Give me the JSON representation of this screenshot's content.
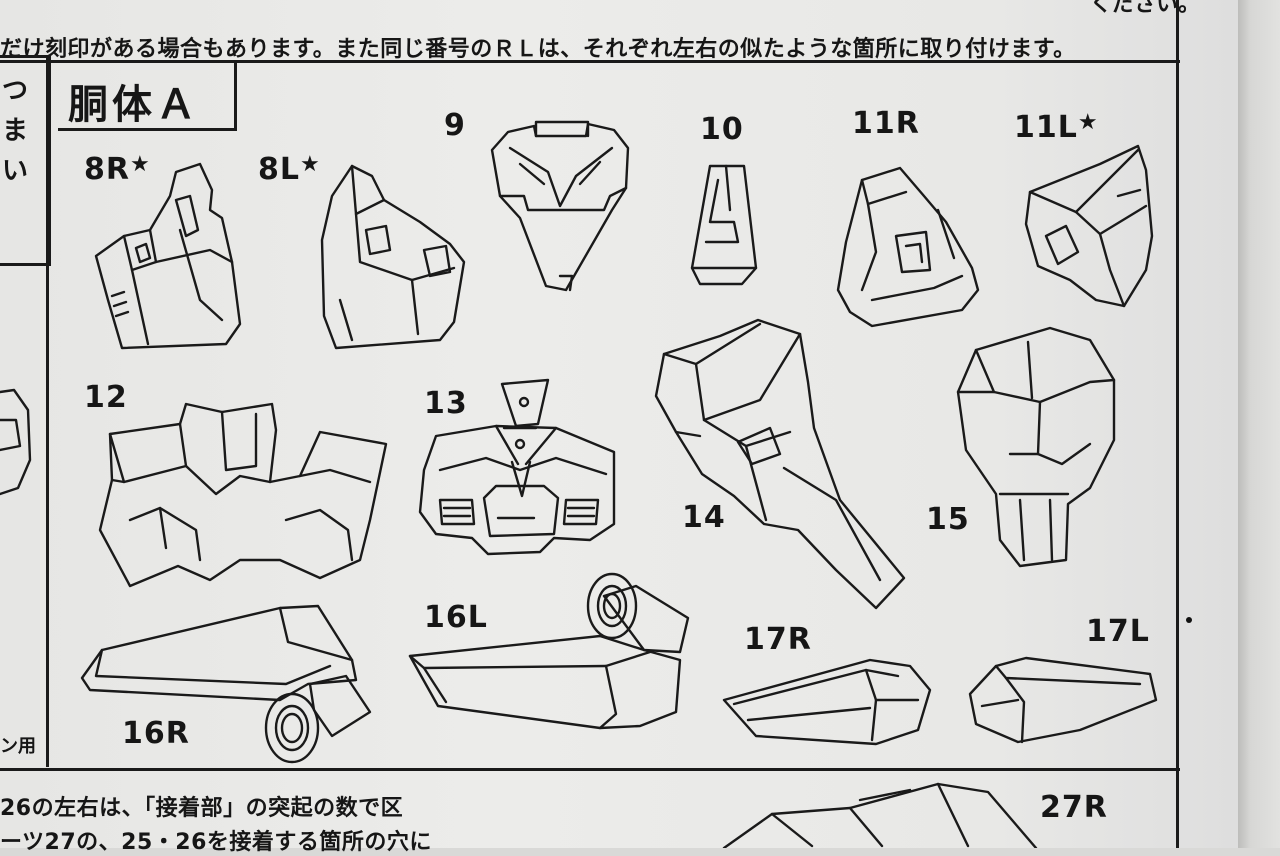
{
  "header": {
    "top_line": "だけ刻印がある場合もあります。また同じ番号のＲＬは、それぞれ左右の似たような箇所に取り付けます。",
    "top_cut": "ください。"
  },
  "left_column": {
    "chars": [
      "つ",
      "ま",
      "い"
    ],
    "tail": "ン用"
  },
  "section": {
    "title": "胴体Ａ"
  },
  "parts": [
    {
      "id": "8R",
      "star": "★"
    },
    {
      "id": "8L",
      "star": "★"
    },
    {
      "id": "9"
    },
    {
      "id": "10"
    },
    {
      "id": "11R"
    },
    {
      "id": "11L",
      "star": "★"
    },
    {
      "id": "12"
    },
    {
      "id": "13"
    },
    {
      "id": "14"
    },
    {
      "id": "15"
    },
    {
      "id": "16L"
    },
    {
      "id": "16R"
    },
    {
      "id": "17R"
    },
    {
      "id": "17L"
    }
  ],
  "bottom": {
    "line1": "26の左右は、「接着部」の突起の数で区",
    "line2": "ーツ27の、25・26を接着する箇所の穴に",
    "label_27r": "27R"
  }
}
